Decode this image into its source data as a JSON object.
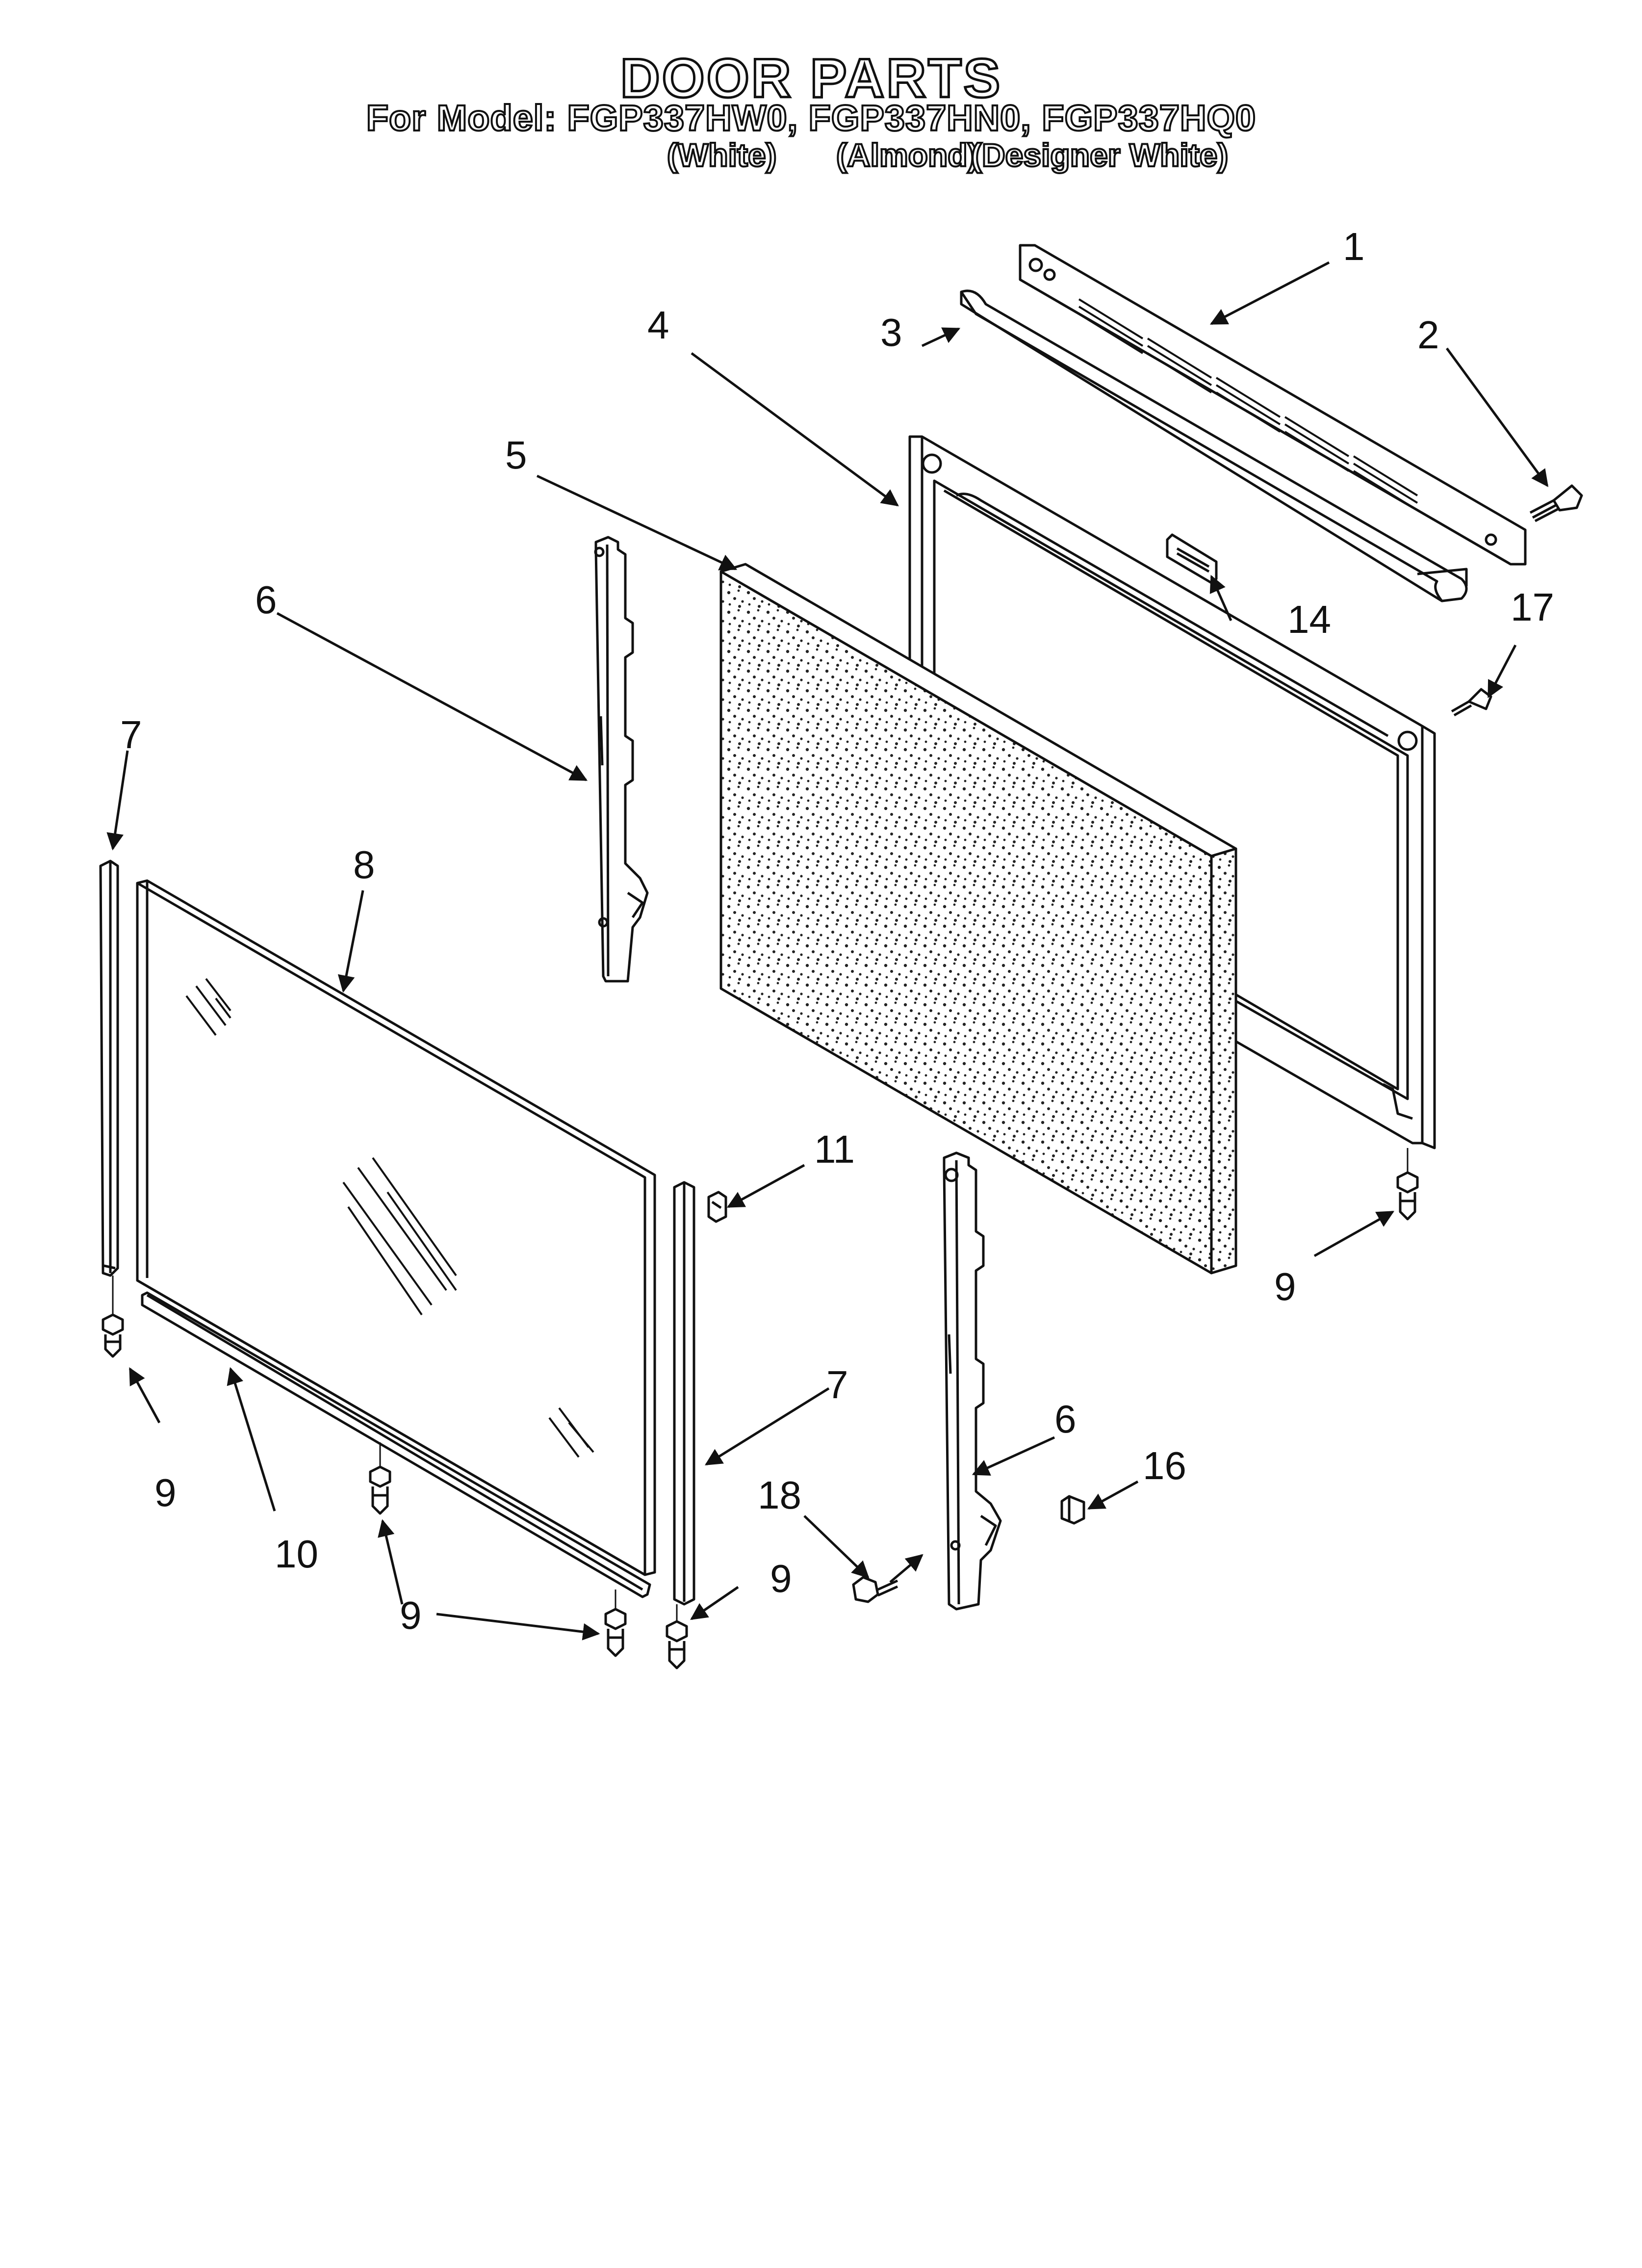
{
  "header": {
    "title": "DOOR PARTS",
    "model_line": "For Model: FGP337HW0, FGP337HN0, FGP337HQ0",
    "colors": [
      "(White)",
      "(Almond)",
      "(Designer White)"
    ]
  },
  "callouts": [
    {
      "id": "c1",
      "label": "1"
    },
    {
      "id": "c2",
      "label": "2"
    },
    {
      "id": "c3",
      "label": "3"
    },
    {
      "id": "c4",
      "label": "4"
    },
    {
      "id": "c5",
      "label": "5"
    },
    {
      "id": "c6a",
      "label": "6"
    },
    {
      "id": "c6b",
      "label": "6"
    },
    {
      "id": "c7a",
      "label": "7"
    },
    {
      "id": "c7b",
      "label": "7"
    },
    {
      "id": "c8",
      "label": "8"
    },
    {
      "id": "c9a",
      "label": "9"
    },
    {
      "id": "c9b",
      "label": "9"
    },
    {
      "id": "c9c",
      "label": "9"
    },
    {
      "id": "c9d",
      "label": "9"
    },
    {
      "id": "c10",
      "label": "10"
    },
    {
      "id": "c11",
      "label": "11"
    },
    {
      "id": "c14",
      "label": "14"
    },
    {
      "id": "c16",
      "label": "16"
    },
    {
      "id": "c17",
      "label": "17"
    },
    {
      "id": "c18",
      "label": "18"
    }
  ]
}
